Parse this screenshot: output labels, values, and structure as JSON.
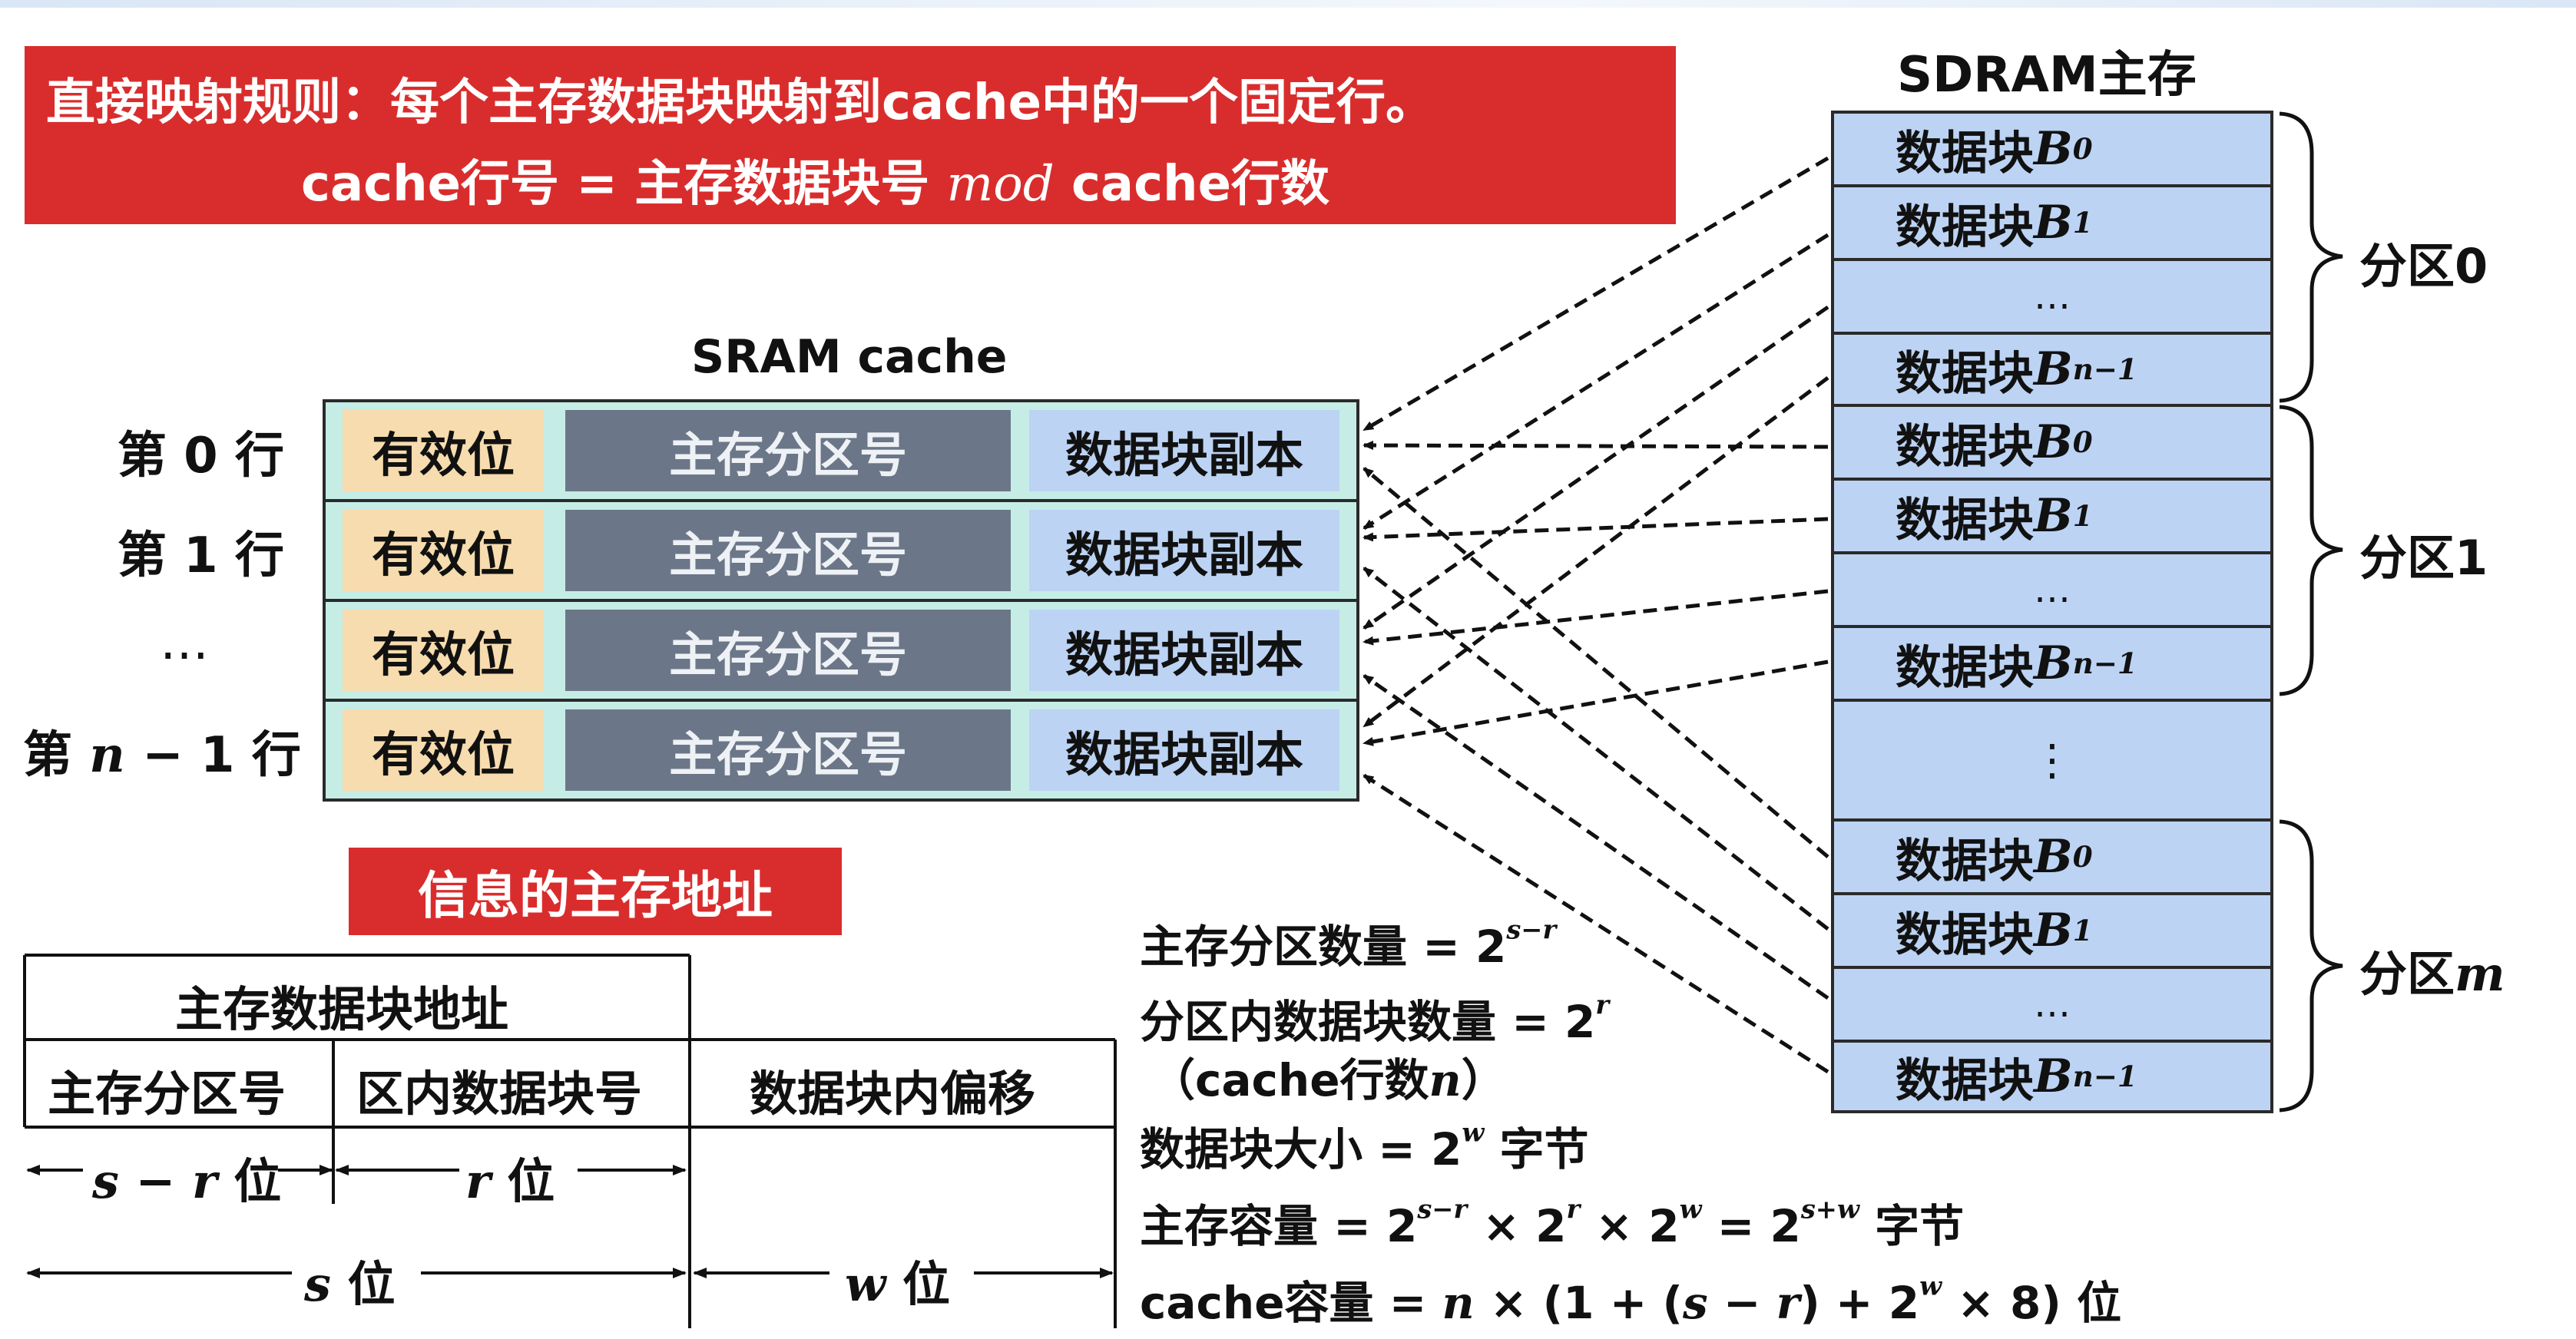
{
  "rule": {
    "line1": "直接映射规则：每个主存数据块映射到cache中的一个固定行。",
    "line2_pre": "cache行号 = 主存数据块号 ",
    "line2_op": "mod",
    "line2_post": " cache行数"
  },
  "cache": {
    "title": "SRAM  cache",
    "rows": [
      {
        "label": "第 0 行",
        "valid": "有效位",
        "partition": "主存分区号",
        "data": "数据块副本"
      },
      {
        "label": "第 1 行",
        "valid": "有效位",
        "partition": "主存分区号",
        "data": "数据块副本"
      },
      {
        "label": "…",
        "valid": "有效位",
        "partition": "主存分区号",
        "data": "数据块副本"
      },
      {
        "label_pre": "第 ",
        "label_math": "n",
        "label_post": " − 1 行",
        "valid": "有效位",
        "partition": "主存分区号",
        "data": "数据块副本"
      }
    ]
  },
  "sdram": {
    "title": "SDRAM主存",
    "block_prefix": "数据块 ",
    "block_letter": "B",
    "subs": [
      "0",
      "1",
      "…",
      "n−1"
    ],
    "vdots": "⋮",
    "partitions": [
      "分区0",
      "分区1",
      "分区m"
    ],
    "partition_pre": "分区",
    "partition_m": "m"
  },
  "info_title": "信息的主存地址",
  "address": {
    "block_addr": "主存数据块地址",
    "col1": "主存分区号",
    "col2": "区内数据块号",
    "col3": "数据块内偏移",
    "bits1_math": "s − r",
    "bits2_math": "r",
    "bits_s_math": "s",
    "bits_w_math": "w",
    "bit_unit": "位"
  },
  "formulas": {
    "f1_text": "主存分区数量 = 2",
    "f1_exp": "s−r",
    "f2_text": "分区内数据块数量 = 2",
    "f2_exp": "r",
    "f2b_pre": "（cache行数",
    "f2b_math": "n",
    "f2b_post": "）",
    "f3_text": "数据块大小 = 2",
    "f3_exp": "w",
    "f3_post": " 字节",
    "f4_a": "主存容量 = 2",
    "f4_e1": "s−r",
    "f4_b": " × 2",
    "f4_e2": "r",
    "f4_c": " × 2",
    "f4_e3": "w",
    "f4_d": " = 2",
    "f4_e4": "s+w",
    "f4_post": " 字节",
    "f5_a": "cache容量 = ",
    "f5_n": "n",
    "f5_b": " × (1 + (",
    "f5_s": "s",
    "f5_c": " − ",
    "f5_r": "r",
    "f5_d": ")  + 2",
    "f5_e": "w",
    "f5_f": " × 8) 位"
  }
}
